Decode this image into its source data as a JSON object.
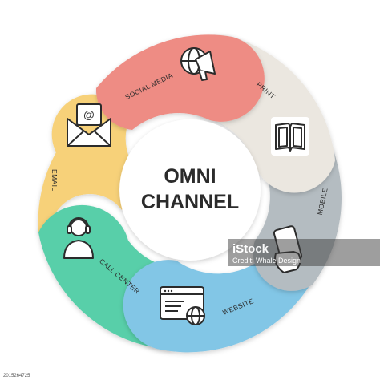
{
  "center": {
    "line1": "OMNI",
    "line2": "CHANNEL"
  },
  "segments": [
    {
      "label": "SOCIAL MEDIA",
      "color": "#ee8c84",
      "icon": "megaphone-globe-icon"
    },
    {
      "label": "PRINT",
      "color": "#ebe7e0",
      "icon": "open-book-icon"
    },
    {
      "label": "MOBILE",
      "color": "#b4bcc1",
      "icon": "hand-phone-icon"
    },
    {
      "label": "WEBSITE",
      "color": "#82c6e6",
      "icon": "browser-globe-icon"
    },
    {
      "label": "CALL CENTER",
      "color": "#58cfa9",
      "icon": "headset-person-icon"
    },
    {
      "label": "EMAIL",
      "color": "#f7d179",
      "icon": "envelope-at-icon"
    }
  ],
  "watermark": {
    "brand": "iStock",
    "credit": "Credit: Whale Design"
  },
  "stock_id": "2015264725"
}
